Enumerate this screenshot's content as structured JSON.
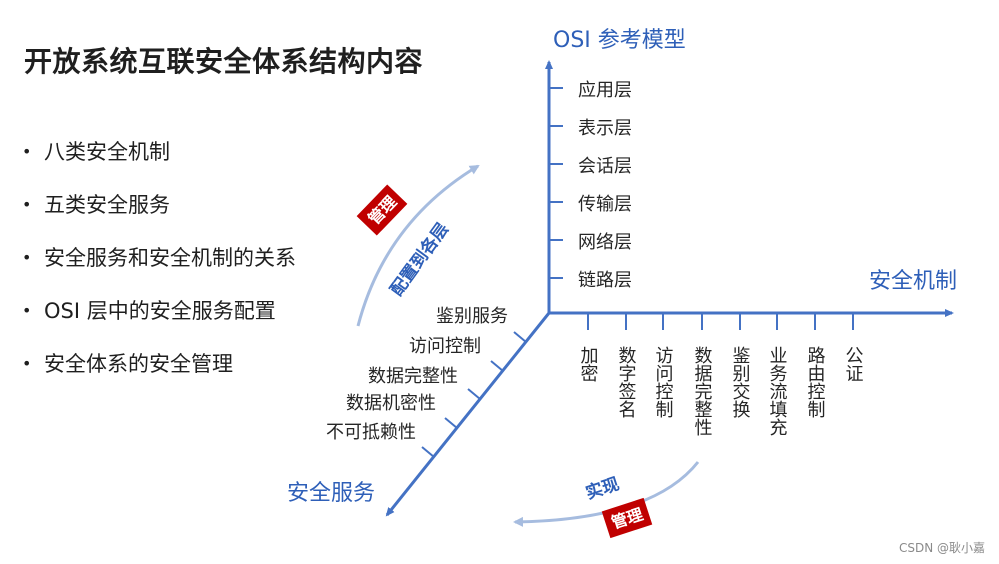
{
  "title": "开放系统互联安全体系结构内容",
  "bullets": [
    "八类安全机制",
    "五类安全服务",
    "安全服务和安全机制的关系",
    "OSI 层中的安全服务配置",
    "安全体系的安全管理"
  ],
  "axes": {
    "osi_label": "OSI 参考模型",
    "mechanism_label": "安全机制",
    "service_label": "安全服务"
  },
  "osi_layers": [
    "应用层",
    "表示层",
    "会话层",
    "传输层",
    "网络层",
    "链路层"
  ],
  "mechanisms": [
    "加密",
    "数字签名",
    "访问控制",
    "数据完整性",
    "鉴别交换",
    "业务流填充",
    "路由控制",
    "公证"
  ],
  "services": [
    "鉴别服务",
    "访问控制",
    "数据完整性",
    "数据机密性",
    "不可抵赖性"
  ],
  "annotations": {
    "upper_arc_label": "配置到各层",
    "upper_badge": "管理",
    "lower_arc_label": "实现",
    "lower_badge": "管理"
  },
  "colors": {
    "axis": "#4472c4",
    "axis_label": "#2e5fb8",
    "arc": "#a6bcdf",
    "badge": "#c00000"
  },
  "watermark": "CSDN @耿小嘉"
}
